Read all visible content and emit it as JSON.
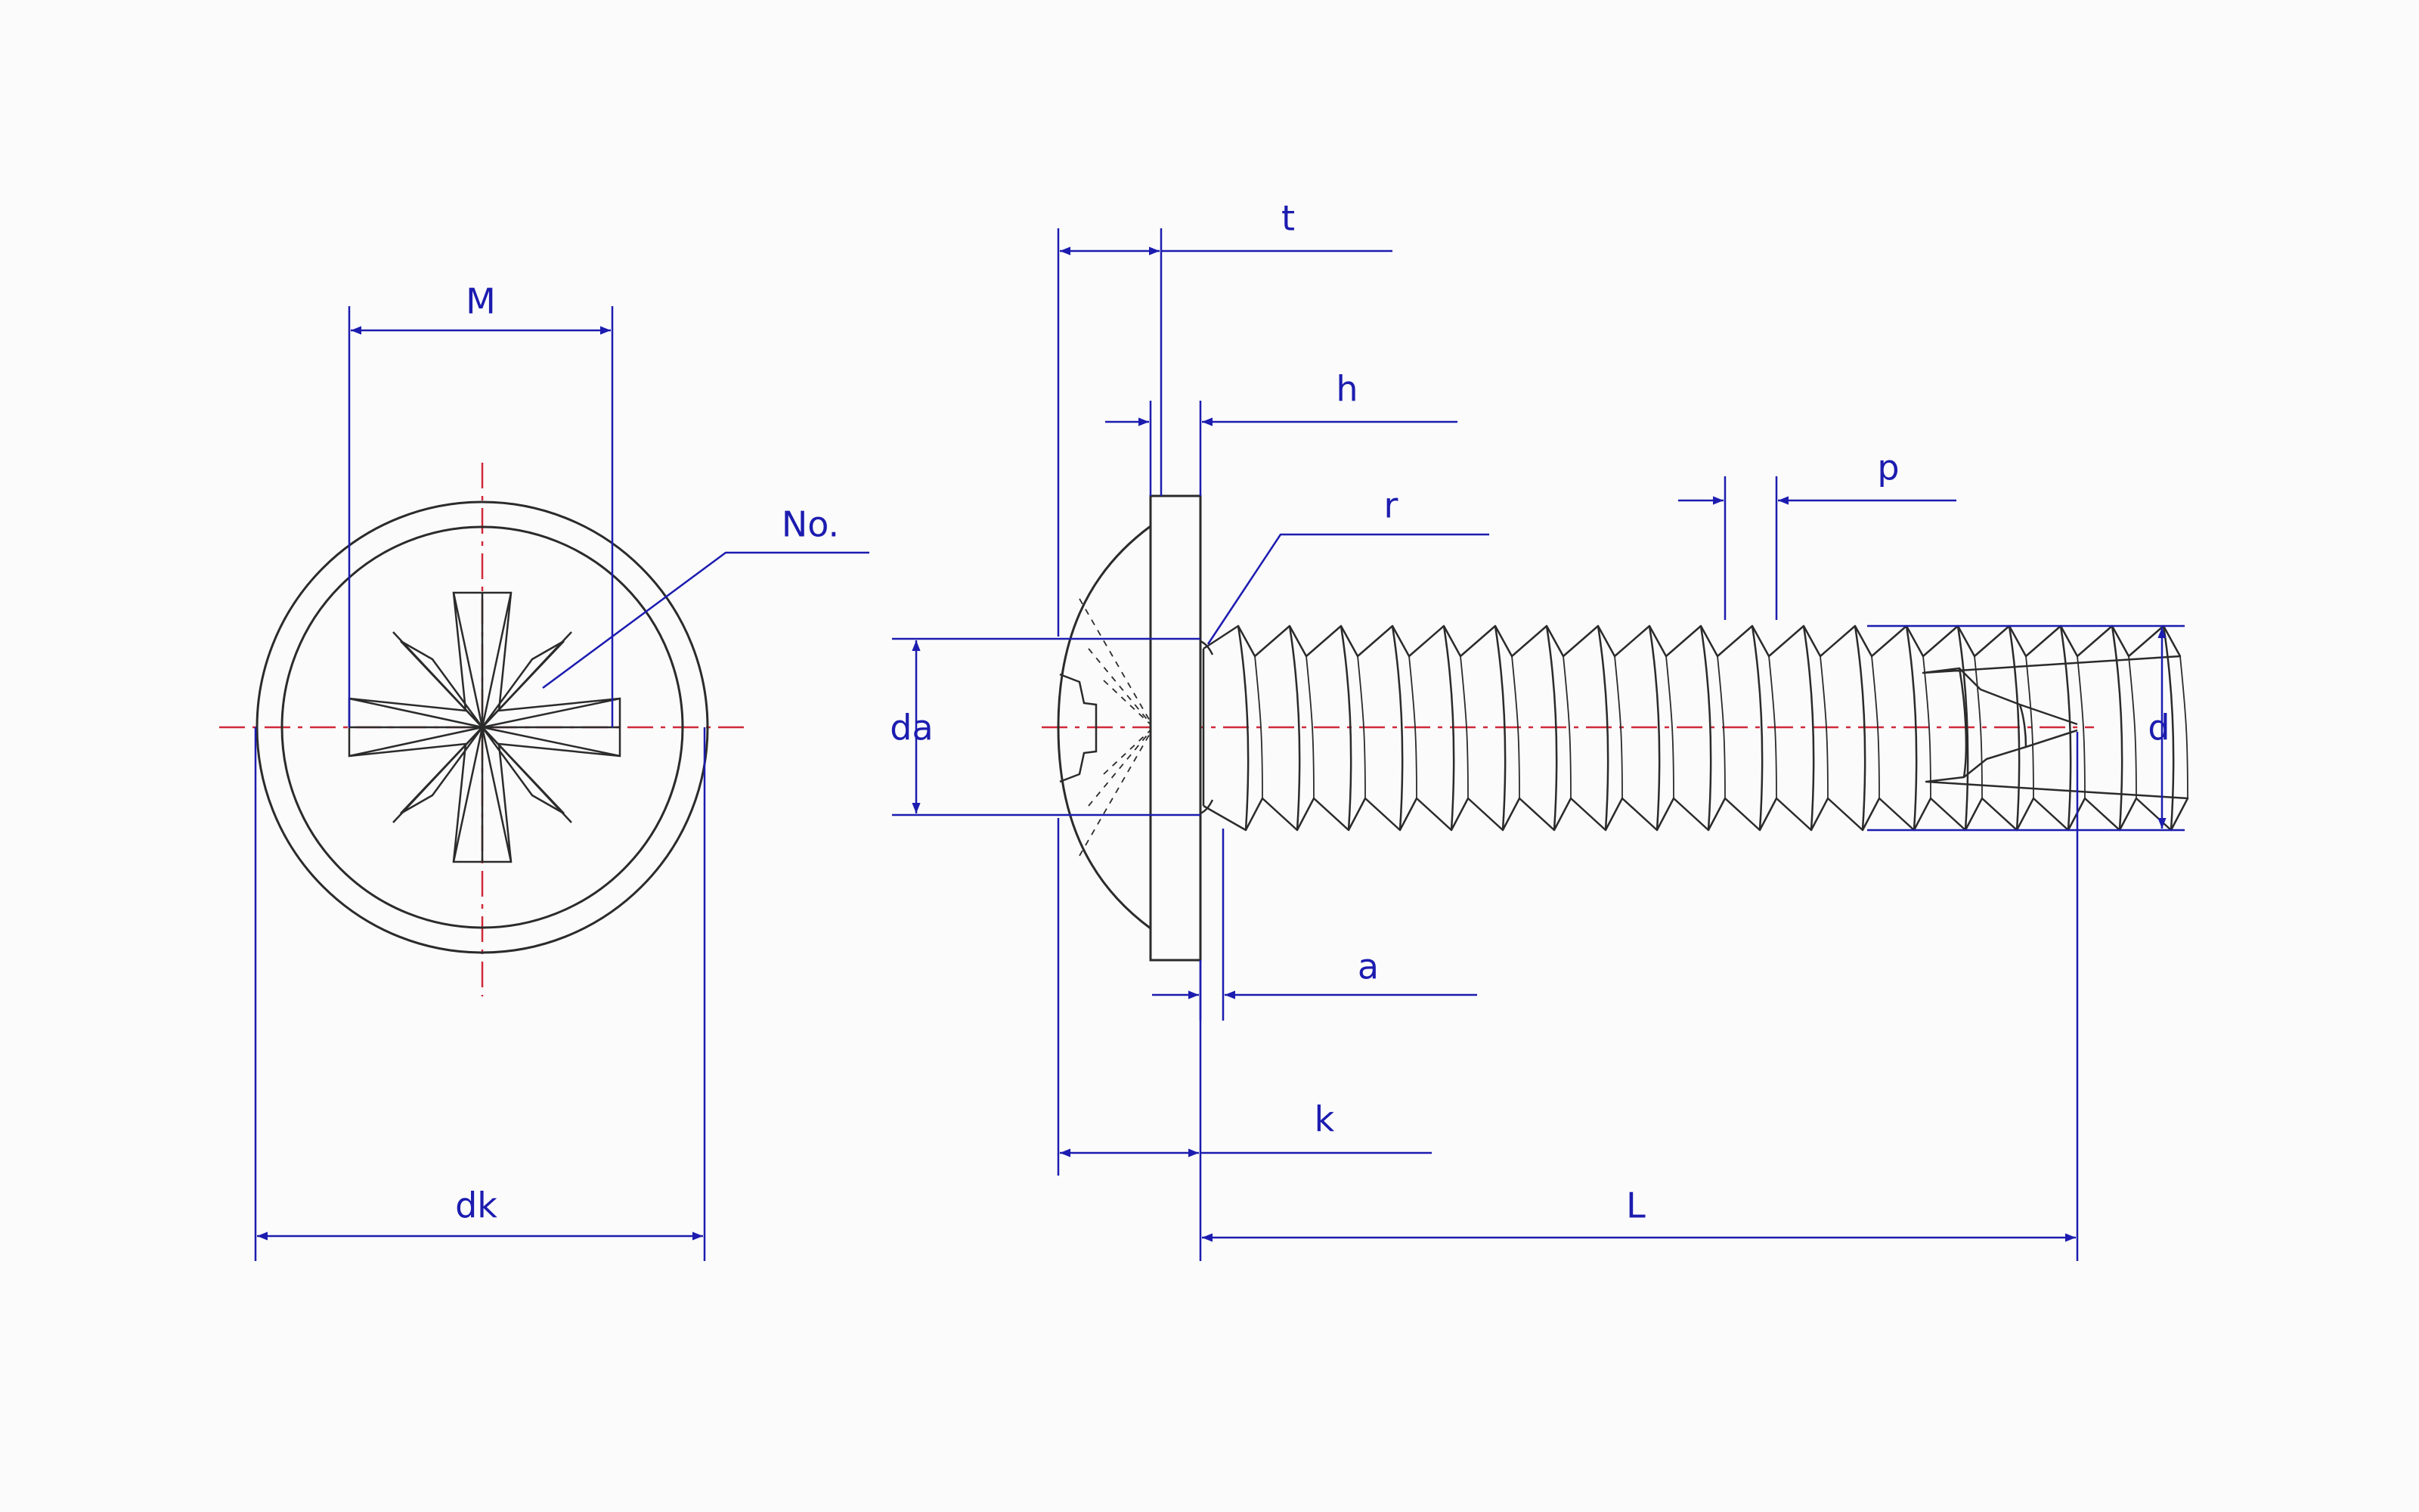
{
  "colors": {
    "background": "#fbfbfb",
    "outline": "#2b2b2b",
    "dimension": "#1c1cb0",
    "centerline": "#d0293b"
  },
  "labels": {
    "M": "M",
    "No": "No.",
    "dk": "dk",
    "t": "t",
    "h": "h",
    "r": "r",
    "p": "p",
    "da": "da",
    "d": "d",
    "a": "a",
    "k": "k",
    "L": "L"
  }
}
